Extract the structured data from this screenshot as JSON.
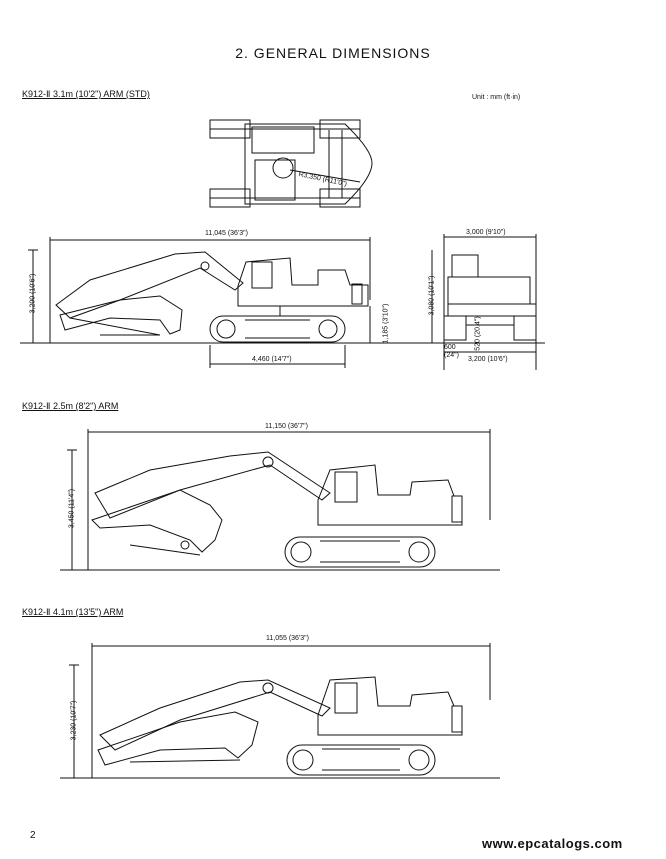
{
  "title": "2.  GENERAL  DIMENSIONS",
  "unit": "Unit : mm (ft·in)",
  "sections": [
    {
      "heading": "K912-Ⅱ  3.1m (10'2\") ARM (STD)",
      "overall_length": "11,045 (36'3\")",
      "overall_height": "3,200 (10'6\")",
      "tail_swing_radius": "R3,350 (R11'0\")",
      "counterweight_clearance": "1,185 (3'10\")",
      "track_length": "4,460 (14'7\")",
      "overall_width": "3,000 (9'10\")",
      "cab_height": "3,080 (10'1\")",
      "ground_clearance": "520 (20.4\")",
      "shoe_width": "600 (24\")",
      "track_gauge": "3,200 (10'6\")"
    },
    {
      "heading": "K912-Ⅱ  2.5m (8'2\") ARM",
      "overall_length": "11,150 (36'7\")",
      "overall_height": "3,450 (11'4\")"
    },
    {
      "heading": "K912-Ⅱ  4.1m (13'5\") ARM",
      "overall_length": "11,055 (36'3\")",
      "overall_height": "3,230 (10'7\")"
    }
  ],
  "page_number": "2",
  "footer": "www.epcatalogs.com"
}
